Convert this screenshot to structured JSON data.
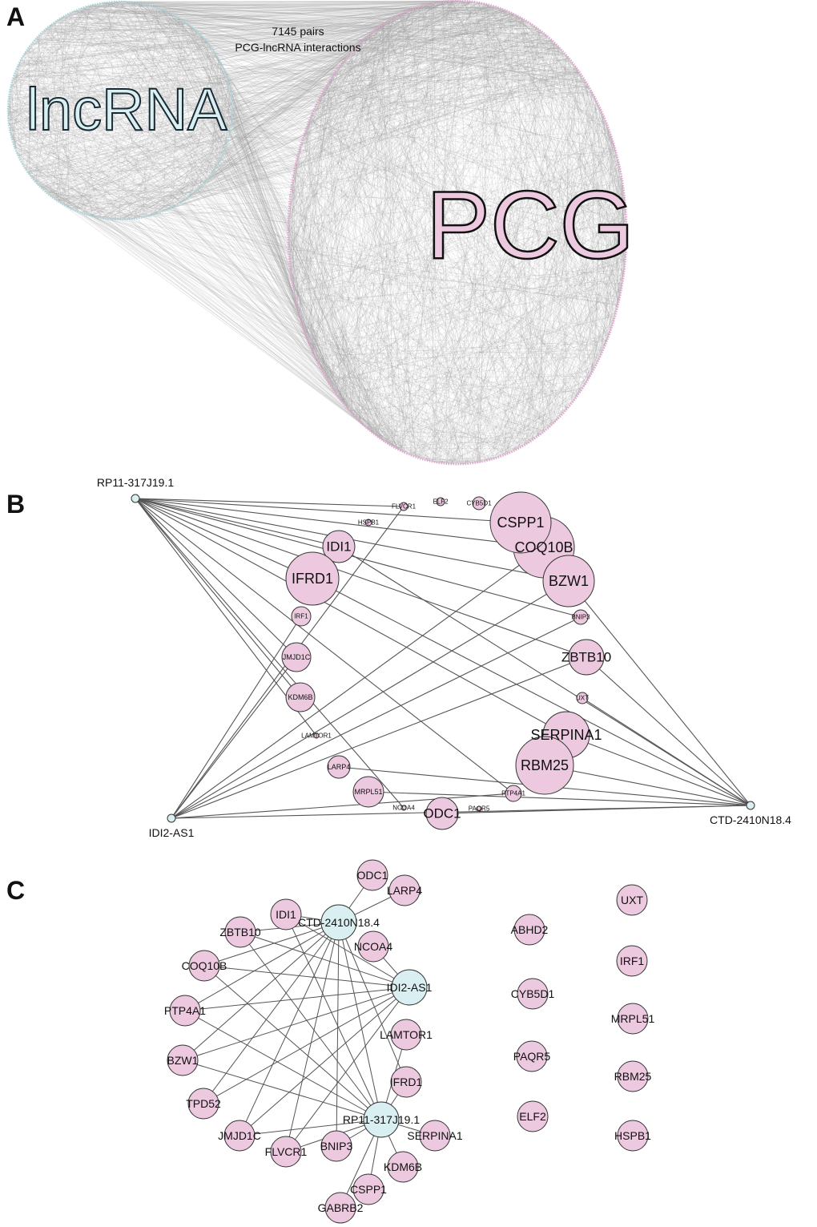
{
  "colors": {
    "lncrna": "#d9eff1",
    "pcg": "#ecc9df",
    "edge": "#555555",
    "network_edge_a": "#9a9a9a",
    "node_stroke": "#333333"
  },
  "panel_a": {
    "letter": "A",
    "lncrna_label": "lncRNA",
    "pcg_label": "PCG",
    "annotation_line1": "7145 pairs",
    "annotation_line2": "PCG-lncRNA interactions"
  },
  "panel_b": {
    "letter": "B",
    "lncrnas": [
      "RP11-317J19.1",
      "IDI2-AS1",
      "CTD-2410N18.4"
    ],
    "pcgs": [
      "FLVCR1",
      "ELF2",
      "CYB5D1",
      "HSPB1",
      "CSPP1",
      "COQ10B",
      "BZW1",
      "IDI1",
      "IFRD1",
      "IRF1",
      "BNIP3",
      "JMJD1C",
      "ZBTB10",
      "KDM6B",
      "UXT",
      "LAMTOR1",
      "SERPINA1",
      "RBM25",
      "LARP4",
      "MRPL51",
      "PTP4A1",
      "NCOA4",
      "ODC1",
      "PAQR5"
    ],
    "edges": [
      [
        "RP11-317J19.1",
        "FLVCR1"
      ],
      [
        "RP11-317J19.1",
        "CSPP1"
      ],
      [
        "RP11-317J19.1",
        "COQ10B"
      ],
      [
        "RP11-317J19.1",
        "BZW1"
      ],
      [
        "RP11-317J19.1",
        "IDI1"
      ],
      [
        "RP11-317J19.1",
        "IFRD1"
      ],
      [
        "RP11-317J19.1",
        "BNIP3"
      ],
      [
        "RP11-317J19.1",
        "ZBTB10"
      ],
      [
        "RP11-317J19.1",
        "SERPINA1"
      ],
      [
        "RP11-317J19.1",
        "KDM6B"
      ],
      [
        "RP11-317J19.1",
        "JMJD1C"
      ],
      [
        "RP11-317J19.1",
        "PTP4A1"
      ],
      [
        "RP11-317J19.1",
        "NCOA4"
      ],
      [
        "RP11-317J19.1",
        "LAMTOR1"
      ],
      [
        "IDI2-AS1",
        "FLVCR1"
      ],
      [
        "IDI2-AS1",
        "COQ10B"
      ],
      [
        "IDI2-AS1",
        "BZW1"
      ],
      [
        "IDI2-AS1",
        "BNIP3"
      ],
      [
        "IDI2-AS1",
        "ZBTB10"
      ],
      [
        "IDI2-AS1",
        "IRF1"
      ],
      [
        "IDI2-AS1",
        "JMJD1C"
      ],
      [
        "IDI2-AS1",
        "PTP4A1"
      ],
      [
        "IDI2-AS1",
        "CTD-2410N18.4"
      ],
      [
        "CTD-2410N18.4",
        "BZW1"
      ],
      [
        "CTD-2410N18.4",
        "ZBTB10"
      ],
      [
        "CTD-2410N18.4",
        "UXT"
      ],
      [
        "CTD-2410N18.4",
        "SERPINA1"
      ],
      [
        "CTD-2410N18.4",
        "RBM25"
      ],
      [
        "CTD-2410N18.4",
        "LARP4"
      ],
      [
        "CTD-2410N18.4",
        "MRPL51"
      ],
      [
        "CTD-2410N18.4",
        "ODC1"
      ],
      [
        "CTD-2410N18.4",
        "IDI1"
      ],
      [
        "CTD-2410N18.4",
        "IFRD1"
      ]
    ]
  },
  "panel_c": {
    "letter": "C",
    "lncrnas": [
      "CTD-2410N18.4",
      "IDI2-AS1",
      "RP11-317J19.1"
    ],
    "connected_pcgs": [
      "ODC1",
      "LARP4",
      "IDI1",
      "ZBTB10",
      "NCOA4",
      "COQ10B",
      "PTP4A1",
      "LAMTOR1",
      "BZW1",
      "IFRD1",
      "TPD52",
      "JMJD1C",
      "FLVCR1",
      "BNIP3",
      "SERPINA1",
      "KDM6B",
      "CSPP1",
      "GABRB2"
    ],
    "isolated_pcgs": [
      "ABHD2",
      "CYB5D1",
      "PAQR5",
      "ELF2",
      "UXT",
      "IRF1",
      "MRPL51",
      "RBM25",
      "HSPB1"
    ],
    "edges": [
      [
        "CTD-2410N18.4",
        "ODC1"
      ],
      [
        "CTD-2410N18.4",
        "LARP4"
      ],
      [
        "CTD-2410N18.4",
        "IDI1"
      ],
      [
        "CTD-2410N18.4",
        "ZBTB10"
      ],
      [
        "CTD-2410N18.4",
        "COQ10B"
      ],
      [
        "CTD-2410N18.4",
        "PTP4A1"
      ],
      [
        "CTD-2410N18.4",
        "BZW1"
      ],
      [
        "CTD-2410N18.4",
        "TPD52"
      ],
      [
        "CTD-2410N18.4",
        "JMJD1C"
      ],
      [
        "CTD-2410N18.4",
        "FLVCR1"
      ],
      [
        "CTD-2410N18.4",
        "BNIP3"
      ],
      [
        "CTD-2410N18.4",
        "IFRD1"
      ],
      [
        "CTD-2410N18.4",
        "RP11-317J19.1"
      ],
      [
        "IDI2-AS1",
        "NCOA4"
      ],
      [
        "IDI2-AS1",
        "IDI1"
      ],
      [
        "IDI2-AS1",
        "ZBTB10"
      ],
      [
        "IDI2-AS1",
        "COQ10B"
      ],
      [
        "IDI2-AS1",
        "PTP4A1"
      ],
      [
        "IDI2-AS1",
        "BZW1"
      ],
      [
        "IDI2-AS1",
        "JMJD1C"
      ],
      [
        "IDI2-AS1",
        "FLVCR1"
      ],
      [
        "IDI2-AS1",
        "TPD52"
      ],
      [
        "RP11-317J19.1",
        "IDI1"
      ],
      [
        "RP11-317J19.1",
        "ZBTB10"
      ],
      [
        "RP11-317J19.1",
        "COQ10B"
      ],
      [
        "RP11-317J19.1",
        "PTP4A1"
      ],
      [
        "RP11-317J19.1",
        "BZW1"
      ],
      [
        "RP11-317J19.1",
        "LAMTOR1"
      ],
      [
        "RP11-317J19.1",
        "IFRD1"
      ],
      [
        "RP11-317J19.1",
        "FLVCR1"
      ],
      [
        "RP11-317J19.1",
        "BNIP3"
      ],
      [
        "RP11-317J19.1",
        "SERPINA1"
      ],
      [
        "RP11-317J19.1",
        "KDM6B"
      ],
      [
        "RP11-317J19.1",
        "CSPP1"
      ],
      [
        "RP11-317J19.1",
        "GABRB2"
      ],
      [
        "RP11-317J19.1",
        "JMJD1C"
      ]
    ]
  }
}
